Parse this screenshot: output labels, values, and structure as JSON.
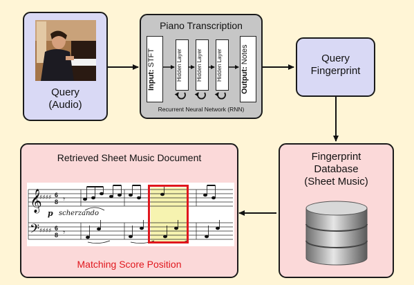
{
  "query_audio": {
    "line1": "Query",
    "line2": "(Audio)"
  },
  "transcription": {
    "title": "Piano Transcription",
    "input_label": "Input:",
    "input_value": "STFT",
    "hidden_layer": "Hidden Layer",
    "output_label": "Output:",
    "output_value": "Notes",
    "rnn_caption": "Recurrent Neural Network (RNN)"
  },
  "query_fingerprint": {
    "line1": "Query",
    "line2": "Fingerprint"
  },
  "database": {
    "line1": "Fingerprint",
    "line2": "Database",
    "line3": "(Sheet Music)"
  },
  "retrieved": {
    "title": "Retrieved Sheet Music Document",
    "caption": "Matching Score Position",
    "score_dynamic": "p",
    "score_expression": "scherzando"
  },
  "colors": {
    "query_fill": "#d9d9f5",
    "rnn_fill": "#c6c6c6",
    "result_fill": "#fbd9d9",
    "highlight": "#e0171d",
    "highlight_fill": "#f6f3b0",
    "caption": "#e0171d"
  }
}
